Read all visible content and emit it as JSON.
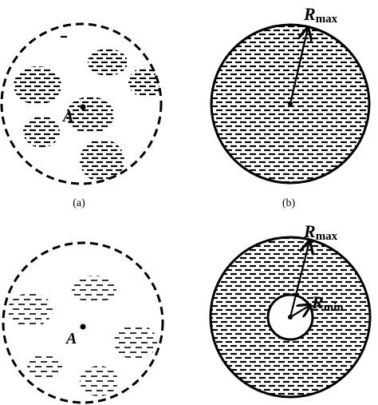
{
  "panels": {
    "a": {
      "caption": "(a)",
      "point_label": "A"
    },
    "b": {
      "caption": "(b)",
      "radius_symbol": "R",
      "radius_subscript": "max"
    },
    "c": {
      "point_label": "A"
    },
    "d": {
      "outer_radius_symbol": "R",
      "outer_radius_subscript": "max",
      "inner_radius_symbol": "R",
      "inner_radius_subscript": "min"
    }
  },
  "colors": {
    "ink": "#000000",
    "background": "#ffffff"
  }
}
